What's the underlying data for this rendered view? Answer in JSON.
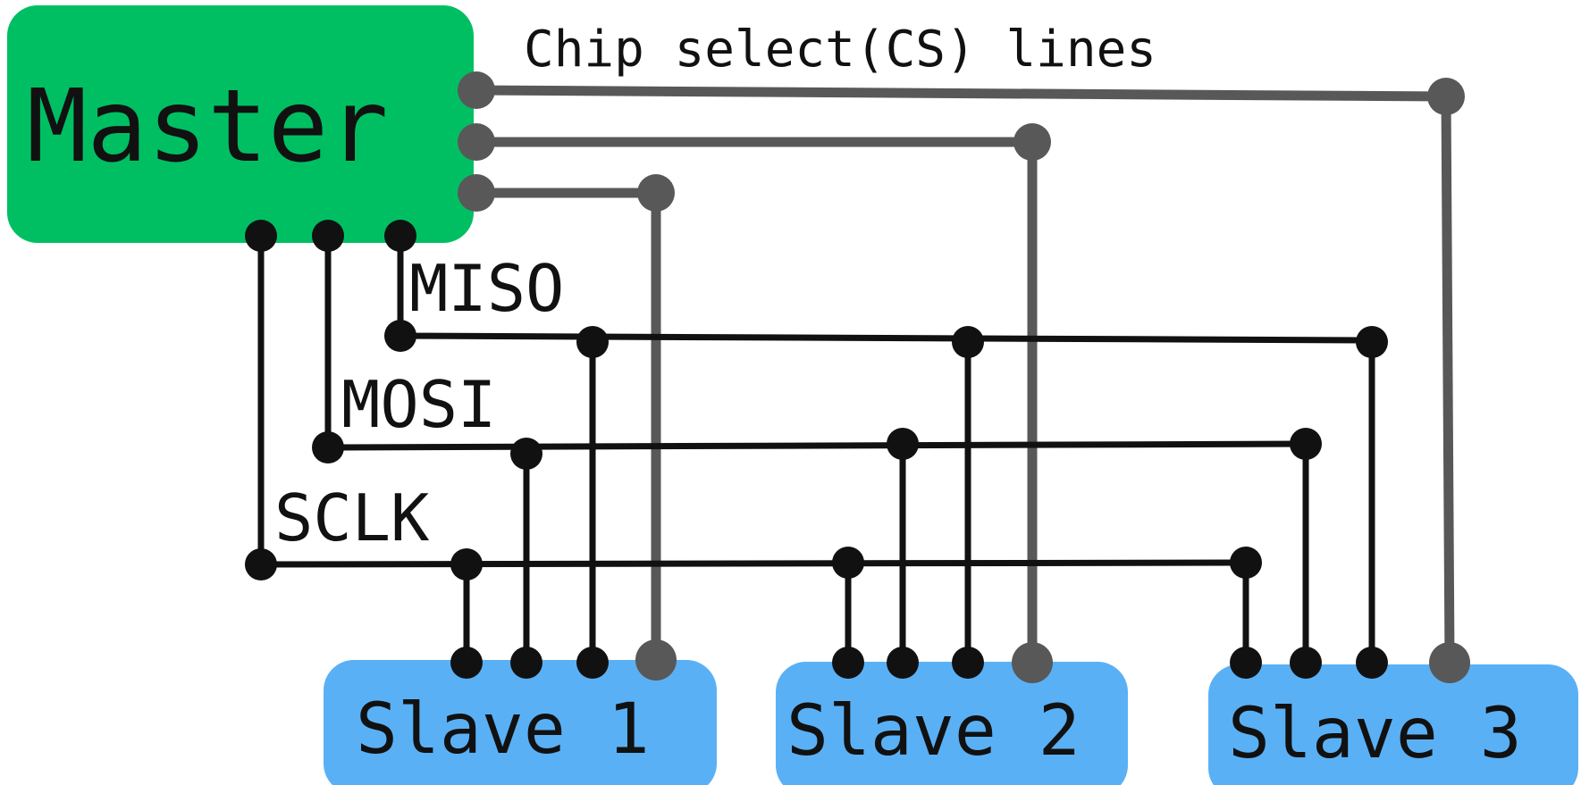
{
  "master": {
    "label": "Master",
    "color": "#00bf63"
  },
  "slave_color": "#5ab0f5",
  "slaves": [
    {
      "label": "Slave 1"
    },
    {
      "label": "Slave 2"
    },
    {
      "label": "Slave 3"
    }
  ],
  "cs_label": "Chip select(CS) lines",
  "buses": {
    "miso": "MISO",
    "mosi": "MOSI",
    "sclk": "SCLK"
  },
  "colors": {
    "cs_wire": "#585858",
    "signal_wire": "#111111"
  }
}
